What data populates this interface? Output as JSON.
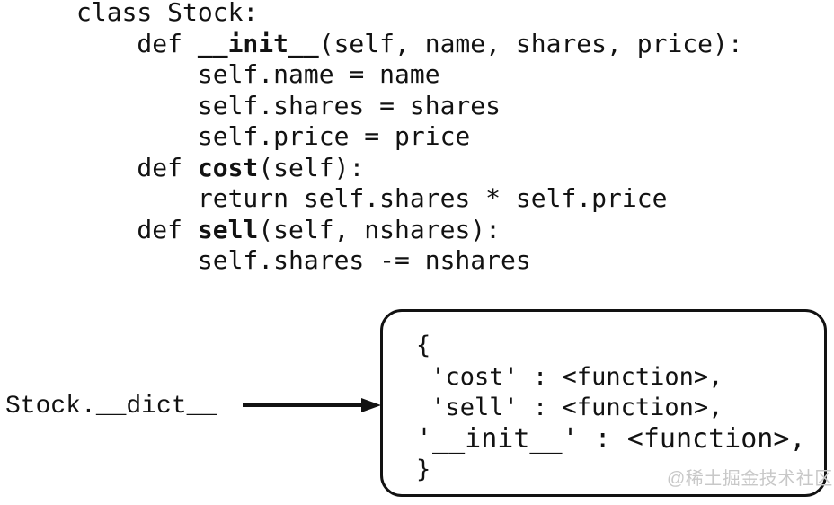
{
  "code": {
    "lines": [
      [
        {
          "t": "class Stock:",
          "b": false
        }
      ],
      [
        {
          "t": "    def ",
          "b": false
        },
        {
          "t": "__init__",
          "b": true
        },
        {
          "t": "(self, name, shares, price):",
          "b": false
        }
      ],
      [
        {
          "t": "        self.name = name",
          "b": false
        }
      ],
      [
        {
          "t": "        self.shares = shares",
          "b": false
        }
      ],
      [
        {
          "t": "        self.price = price",
          "b": false
        }
      ],
      [
        {
          "t": "    def ",
          "b": false
        },
        {
          "t": "cost",
          "b": true
        },
        {
          "t": "(self):",
          "b": false
        }
      ],
      [
        {
          "t": "        return self.shares * self.price",
          "b": false
        }
      ],
      [
        {
          "t": "    def ",
          "b": false
        },
        {
          "t": "sell",
          "b": true
        },
        {
          "t": "(self, nshares):",
          "b": false
        }
      ],
      [
        {
          "t": "        self.shares -= nshares",
          "b": false
        }
      ]
    ]
  },
  "diagram": {
    "label": "Stock.__dict__",
    "dict_box": {
      "lines": [
        "{",
        " 'cost' : <function>,",
        " 'sell' : <function>,",
        "'__init__' : <function>,",
        "}"
      ]
    }
  },
  "watermark": "@稀土掘金技术社区",
  "colors": {
    "text": "#121212",
    "box_border": "#121212",
    "arrow": "#121212",
    "watermark": "#c8c8c8",
    "background": "#ffffff"
  }
}
